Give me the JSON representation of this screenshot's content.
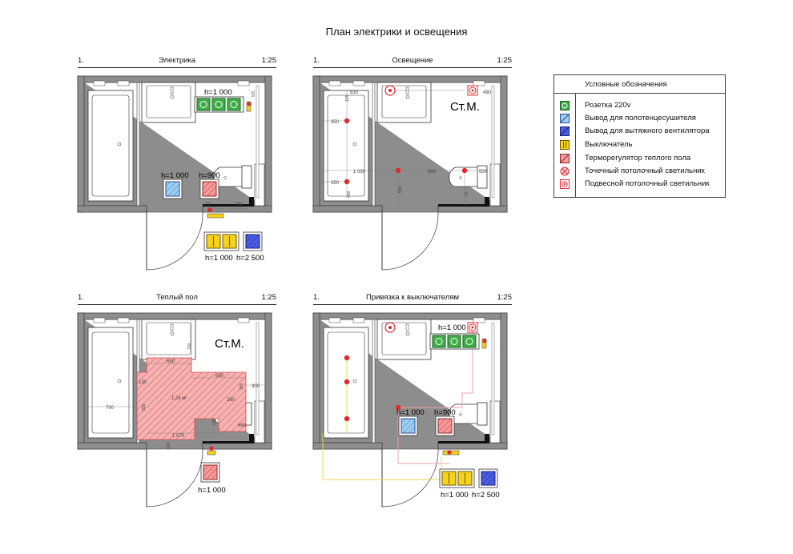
{
  "page": {
    "title": "План электрики и освещения"
  },
  "plans": [
    {
      "num": "1.",
      "name": "Электрика",
      "scale": "1:25"
    },
    {
      "num": "1.",
      "name": "Освещение",
      "scale": "1:25"
    },
    {
      "num": "1.",
      "name": "Теплый пол",
      "scale": "1:25"
    },
    {
      "num": "1.",
      "name": "Привязка к выключателям",
      "scale": "1:25"
    }
  ],
  "electric": {
    "h_sockets": "h=1 000",
    "h_towel": "h=1 000",
    "h_floor": "h=900",
    "h_switches": "h=1 000",
    "h_fan": "h=2 500",
    "dim_70": "70",
    "dim_750": "750",
    "dim_320": "320"
  },
  "lighting": {
    "stm": "Ст.М.",
    "d_830": "830",
    "d_490": "490",
    "d_125": "125",
    "d_350a": "350",
    "d_1030": "1 030",
    "d_900": "900",
    "d_500": "500",
    "d_350b": "350",
    "d_400": "400",
    "d_550": "550",
    "d_35": "35"
  },
  "heating": {
    "stm": "Ст.М.",
    "d_720": "720",
    "d_650a": "650",
    "d_650b": "650",
    "d_130": "130",
    "area": "1.24 м²",
    "d_700": "700",
    "d_925": "925",
    "d_365": "365",
    "d_300": "300",
    "d_280": "280",
    "d_525": "525",
    "d_660": "660",
    "d_1070": "1 070",
    "d_100": "100",
    "d_70": "70",
    "h_regulator": "h=1 000"
  },
  "binding": {
    "h_sockets": "h=1 000",
    "h_towel": "h=1 000",
    "h_floor": "h=900",
    "h_switches": "h=1 000",
    "h_fan": "h=2 500"
  },
  "legend": {
    "title": "Условные обозначения",
    "items": [
      {
        "icon": "socket-icon",
        "label": "Розетка 220v"
      },
      {
        "icon": "towel-dryer-outlet-icon",
        "label": "Вывод для полотенцесушителя"
      },
      {
        "icon": "fan-outlet-icon",
        "label": "Вывод для вытяжного вентилятора"
      },
      {
        "icon": "switch-icon",
        "label": "Выключатель"
      },
      {
        "icon": "floor-thermostat-icon",
        "label": "Терморегулятор теплого пола"
      },
      {
        "icon": "spot-ceiling-light-icon",
        "label": "Точечный потолочный светильник"
      },
      {
        "icon": "pendant-ceiling-light-icon",
        "label": "Подвесной потолочный светильник"
      }
    ]
  },
  "colors": {
    "socket": "#3fae49",
    "towel": "#8ec5f0",
    "fan": "#3f52d6",
    "switch": "#f5d21e",
    "thermostat": "#f08080",
    "light": "#e0282e",
    "heated_floor": "#f3aaaa",
    "wall": "#8a8a8a",
    "wire": "#f0e060"
  }
}
